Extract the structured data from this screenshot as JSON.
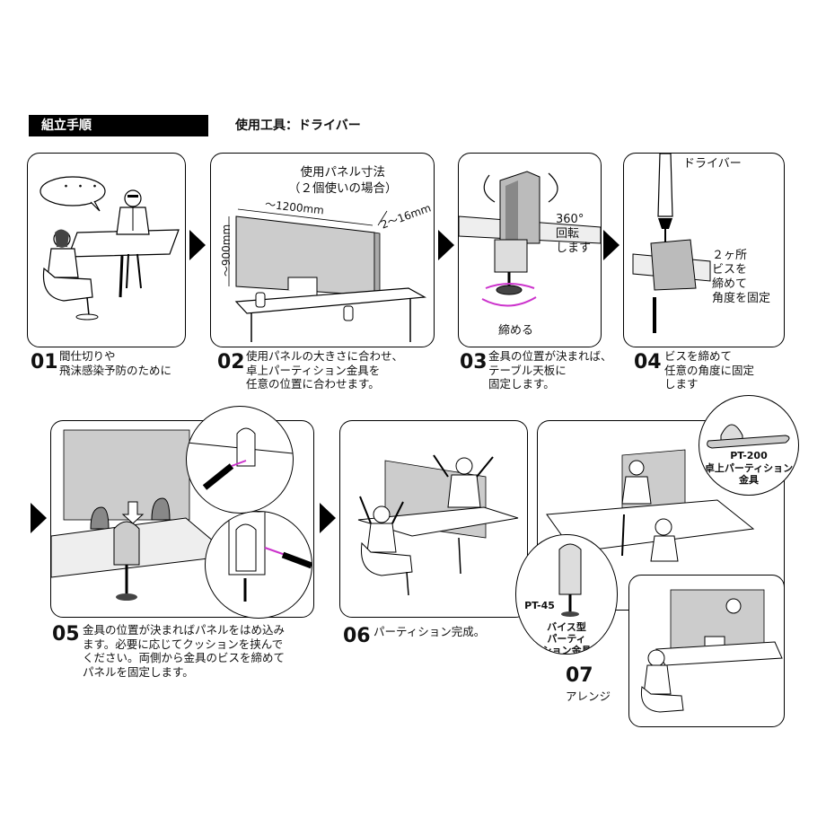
{
  "header": {
    "title": "組立手順",
    "tool": "使用工具：ドライバー"
  },
  "steps": [
    {
      "num": "01",
      "caption": "間仕切りや\n飛沫感染予防のために"
    },
    {
      "num": "02",
      "caption": "使用パネルの大きさに合わせ、\n卓上パーティション金具を\n任意の位置に合わせます。"
    },
    {
      "num": "03",
      "caption": "金具の位置が決まれば、\nテーブル天板に\n固定します。"
    },
    {
      "num": "04",
      "caption": "ビスを締めて\n任意の角度に固定\nします"
    },
    {
      "num": "05",
      "caption": "金具の位置が決まればパネルをはめ込み\nます。必要に応じてクッションを挟んで\nください。両側から金具のビスを締めて\nパネルを固定します。"
    },
    {
      "num": "06",
      "caption": "パーティション完成。"
    },
    {
      "num": "07",
      "caption": "アレンジ"
    }
  ],
  "panel01": {
    "speech": "・・・"
  },
  "panel02": {
    "size_title": "使用パネル寸法\n（２個使いの場合）",
    "width_label": "～1200mm",
    "height_label": "～900mm",
    "thickness_label": "2～16mm"
  },
  "panel03": {
    "rotate_label": "360°\n回転\nします",
    "tighten_label": "締める"
  },
  "panel04": {
    "driver_label": "ドライバー",
    "screw_label": "２ヶ所\nビスを\n締めて\n角度を固定"
  },
  "panel07": {
    "pt200_model": "PT-200",
    "pt200_name": "卓上パーティション\n金具",
    "pt45_model": "PT-45",
    "pt45_name": "バイス型\nパーティ\nション金具"
  }
}
